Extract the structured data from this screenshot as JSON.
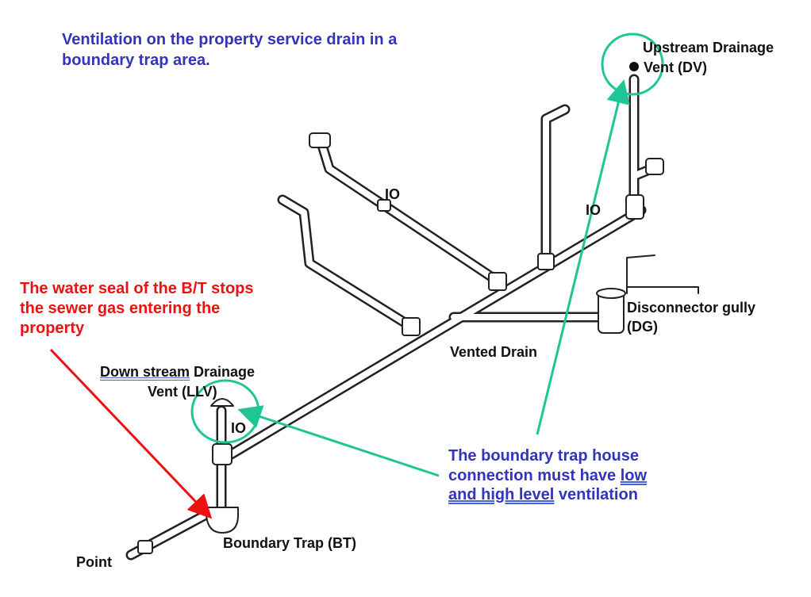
{
  "title": {
    "line1": "Ventilation on the property service drain in a",
    "line2": "boundary trap area."
  },
  "labels": {
    "upstream_vent": {
      "line1": "Upstream Drainage",
      "line2": "Vent (DV)"
    },
    "io_top": "IO",
    "io_right": "IO",
    "io_left": "IO",
    "disconnector": {
      "line1": "Disconnector gully",
      "line2": "(DG)"
    },
    "vented_drain": "Vented Drain",
    "downstream_vent": {
      "underlined": "Down stream",
      "rest": " Drainage",
      "line2": "Vent (LLV)"
    },
    "boundary_trap": "Boundary Trap (BT)",
    "point": "Point"
  },
  "notes": {
    "water_seal": {
      "line1": "The water seal of the B/T stops",
      "line2": "the sewer gas entering the",
      "line3": "property"
    },
    "ventilation": {
      "line1": "The boundary trap house",
      "line2_plain": "connection must have ",
      "line2_underlined": "low",
      "line3_underlined": "and high level",
      "line3_plain": " ventilation"
    }
  },
  "colors": {
    "title_text": "#3333bb",
    "note_red": "#ee1111",
    "teal_highlight": "#1fc596",
    "pipe_outline": "#222222"
  }
}
